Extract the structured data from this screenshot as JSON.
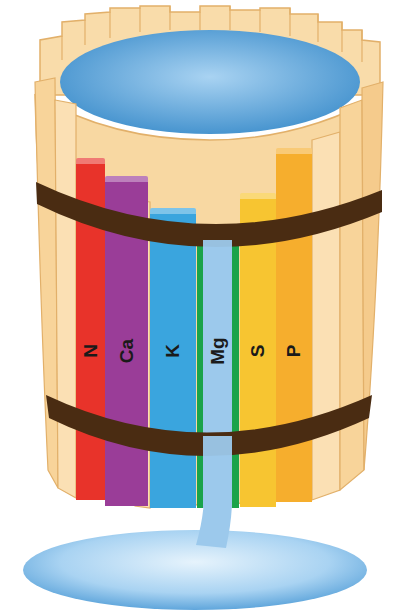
{
  "diagram": {
    "nodes": [
      {
        "text": [
          "N"
        ]
      },
      {
        "text": [
          "Ca"
        ]
      },
      {
        "text": [
          "K"
        ]
      },
      {
        "text": [
          "Mg"
        ]
      },
      {
        "text": [
          "S"
        ]
      },
      {
        "text": [
          "P"
        ]
      }
    ]
  }
}
